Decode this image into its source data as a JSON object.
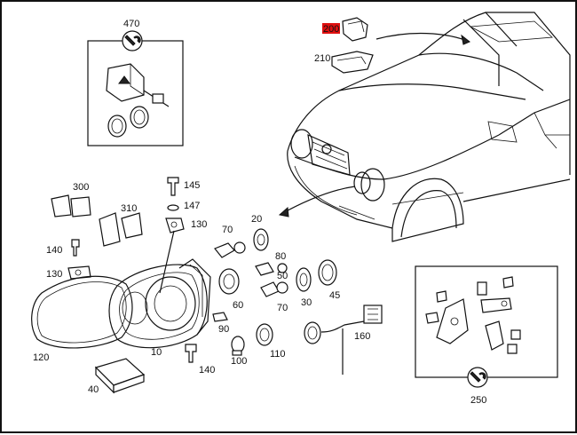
{
  "diagram": {
    "labels": {
      "p470": "470",
      "p200": "200",
      "p210": "210",
      "p300": "300",
      "p310": "310",
      "p145": "145",
      "p147": "147",
      "p130a": "130",
      "p140a": "140",
      "p130b": "130",
      "p70a": "70",
      "p20": "20",
      "p80": "80",
      "p50": "50",
      "p60": "60",
      "p70b": "70",
      "p30": "30",
      "p45": "45",
      "p90": "90",
      "p160": "160",
      "p120": "120",
      "p10": "10",
      "p40": "40",
      "p140b": "140",
      "p100": "100",
      "p110": "110",
      "p250": "250"
    },
    "highlight_color": "#e01010"
  }
}
